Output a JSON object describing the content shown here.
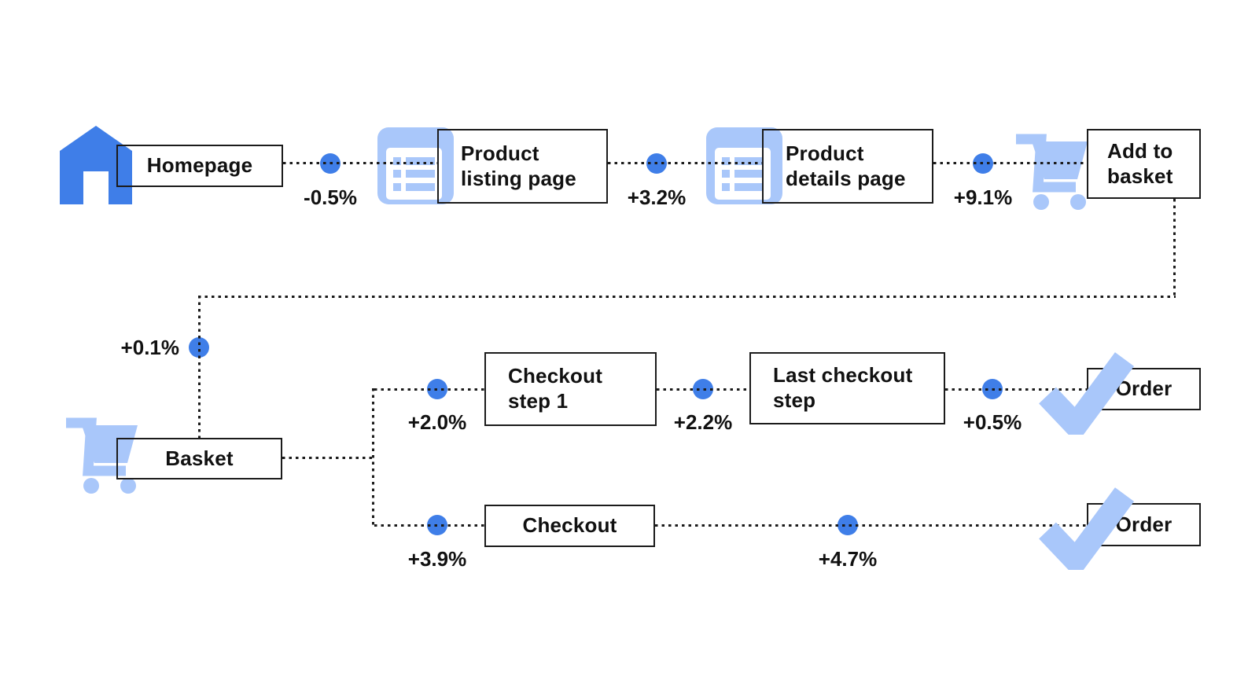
{
  "diagram": {
    "description_colors": {
      "primary_blue": "#3F7EE8",
      "light_blue": "#A9C7FA",
      "line_black": "#1B1B1B",
      "background": "#FFFFFF"
    }
  },
  "nodes": {
    "homepage": {
      "label": "Homepage",
      "icon": "home"
    },
    "product_listing": {
      "line1": "Product",
      "line2": "listing page",
      "icon": "list"
    },
    "product_details": {
      "line1": "Product",
      "line2": "details page",
      "icon": "list"
    },
    "add_to_basket": {
      "line1": "Add to",
      "line2": "basket",
      "icon": "cart"
    },
    "basket": {
      "label": "Basket",
      "icon": "cart"
    },
    "checkout_step_1": {
      "line1": "Checkout",
      "line2": "step 1"
    },
    "last_checkout_step": {
      "line1": "Last checkout",
      "line2": "step"
    },
    "order_top": {
      "label": "Order",
      "icon": "check"
    },
    "checkout": {
      "label": "Checkout"
    },
    "order_bottom": {
      "label": "Order",
      "icon": "check"
    }
  },
  "deltas": {
    "homepage_to_listing": "-0.5%",
    "listing_to_details": "+3.2%",
    "details_to_add_to_basket": "+9.1%",
    "add_to_basket_to_basket": "+0.1%",
    "basket_to_checkout_step_1": "+2.0%",
    "checkout_step_1_to_last_checkout_step": "+2.2%",
    "last_checkout_step_to_order": "+0.5%",
    "basket_to_checkout": "+3.9%",
    "checkout_to_order": "+4.7%"
  }
}
